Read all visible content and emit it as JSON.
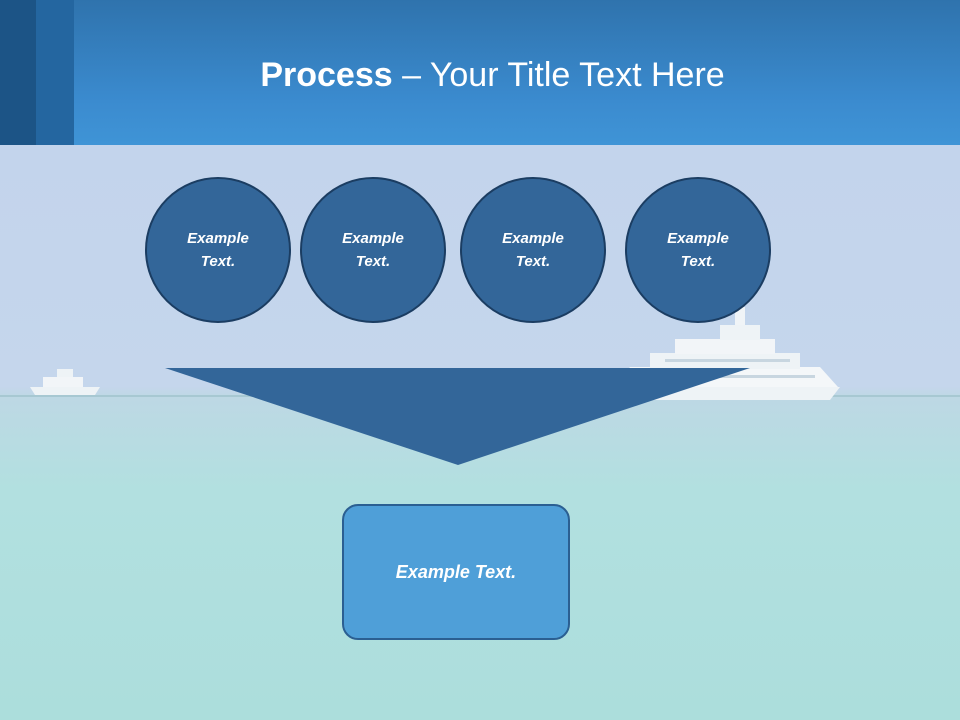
{
  "slide": {
    "title_bold": "Process",
    "title_rest": " – Your Title Text Here"
  },
  "process": {
    "steps": [
      {
        "label": "Example Text."
      },
      {
        "label": "Example Text."
      },
      {
        "label": "Example Text."
      },
      {
        "label": "Example Text."
      }
    ],
    "result": {
      "label": "Example Text."
    }
  },
  "colors": {
    "header_blue": "#3b8bcf",
    "circle_fill": "#336699",
    "funnel_fill": "#336699",
    "result_fill": "#4f9fd8"
  }
}
